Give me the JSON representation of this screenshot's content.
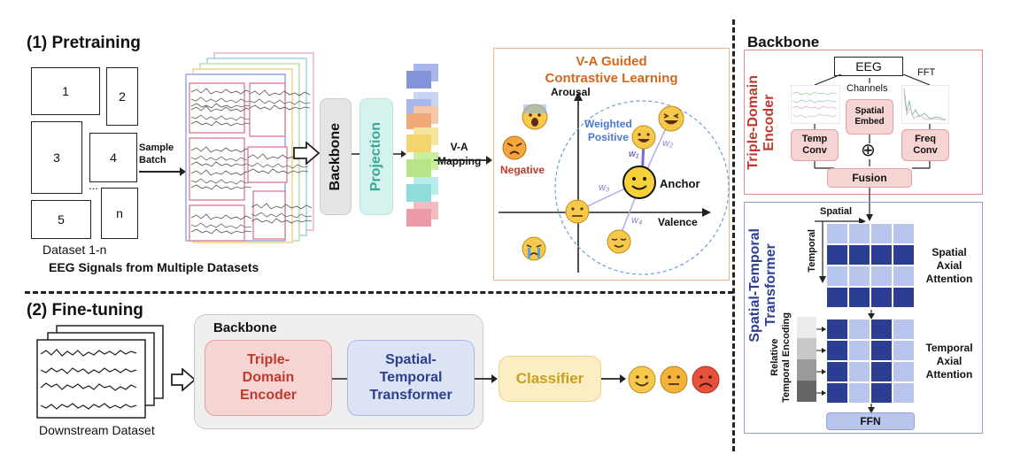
{
  "pretraining": {
    "title": "(1) Pretraining",
    "datasets": [
      "1",
      "2",
      "3",
      "4",
      "5",
      "n"
    ],
    "ellipsis": "...",
    "dataset_label": "Dataset 1-n",
    "signals_label": "EEG Signals from Multiple Datasets",
    "sample_batch": "Sample\nBatch",
    "backbone": "Backbone",
    "projection": "Projection",
    "va_mapping": "V-A\nMapping"
  },
  "va_panel": {
    "title": "V-A Guided\nContrastive Learning",
    "arousal": "Arousal",
    "valence": "Valence",
    "weighted_positive": "Weighted\nPositive",
    "negative": "Negative",
    "anchor": "Anchor",
    "weights": [
      "w₁",
      "w₂",
      "w₃",
      "w₄"
    ]
  },
  "finetuning": {
    "title": "(2) Fine-tuning",
    "backbone": "Backbone",
    "encoder": "Triple-\nDomain\nEncoder",
    "transformer": "Spatial-\nTemporal\nTransformer",
    "classifier": "Classifier",
    "downstream_label": "Downstream Dataset"
  },
  "backbone_panel": {
    "title": "Backbone",
    "encoder_title": "Triple-Domain\nEncoder",
    "eeg": "EEG",
    "fft": "FFT",
    "channels": "Channels",
    "spatial_embed": "Spatial\nEmbed",
    "temp_conv": "Temp\nConv",
    "freq_conv": "Freq\nConv",
    "plus": "⊕",
    "fusion": "Fusion",
    "transformer_title": "Spatial-Temporal\nTransformer",
    "spatial": "Spatial",
    "temporal": "Temporal",
    "spatial_axial": "Spatial\nAxial\nAttention",
    "temporal_axial": "Temporal\nAxial\nAttention",
    "relative_encoding": "Relative\nTemporal Encoding",
    "ffn": "FFN"
  },
  "colors": {
    "encoder_red": "#c0392b",
    "encoder_fill": "#f7d4d4",
    "transformer_blue": "#2c3e91",
    "transformer_fill": "#dbe3f5",
    "classifier_fill": "#fbeec2",
    "panel_orange": "#f0b48a",
    "title_orange": "#d2691e"
  }
}
